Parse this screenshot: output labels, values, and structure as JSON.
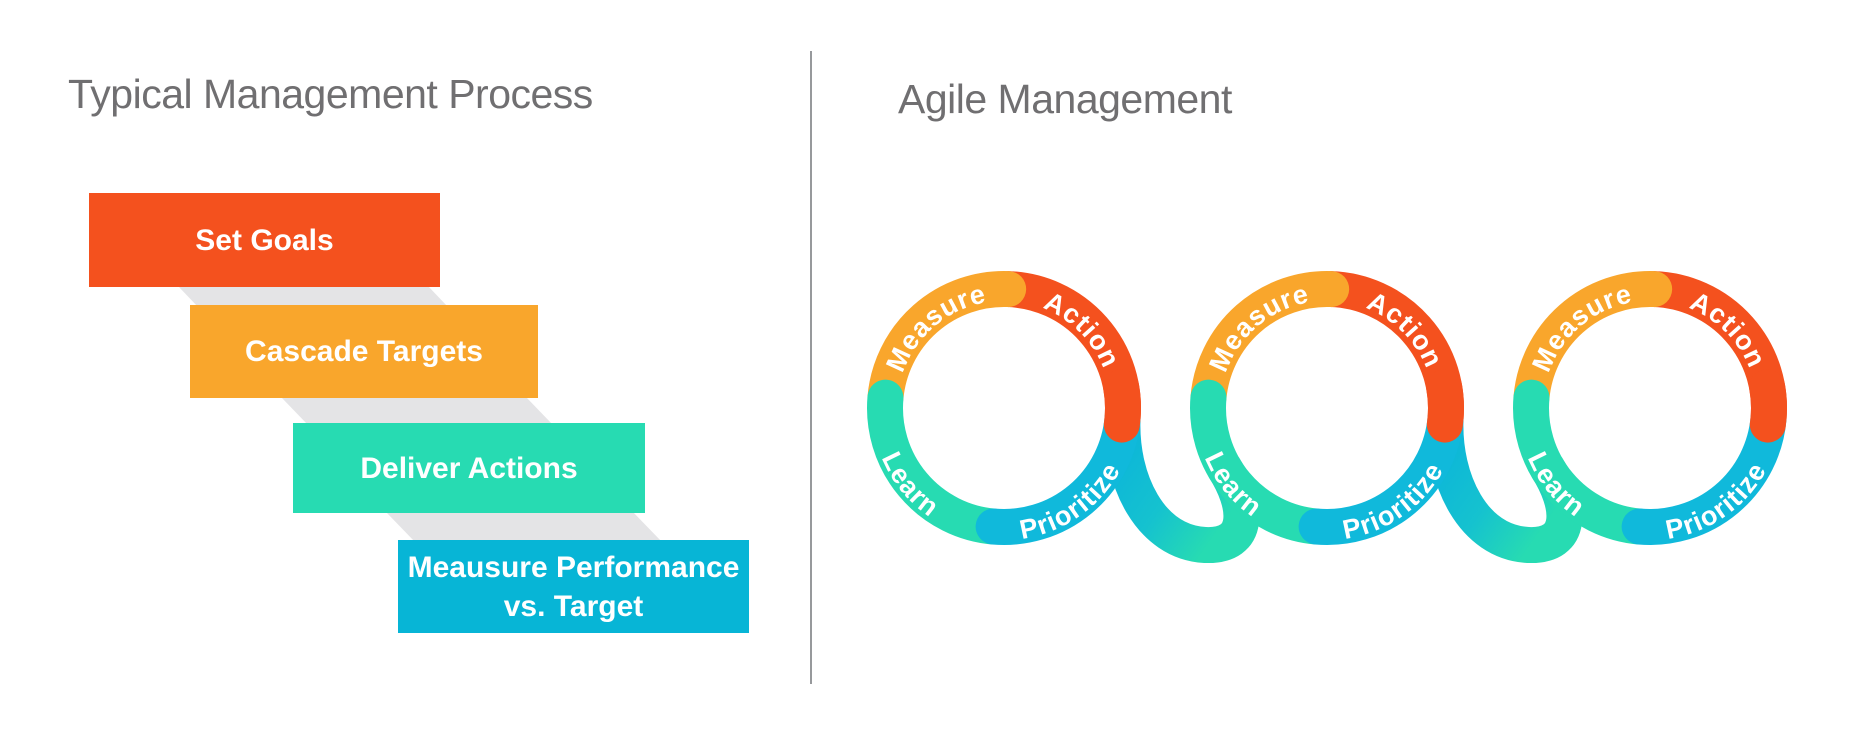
{
  "left_panel": {
    "title": "Typical Management Process",
    "steps": [
      {
        "label": "Set Goals",
        "lines": [
          "Set Goals"
        ],
        "color": "#F4511E"
      },
      {
        "label": "Cascade Targets",
        "lines": [
          "Cascade Targets"
        ],
        "color": "#F9A62C"
      },
      {
        "label": "Deliver Actions",
        "lines": [
          "Deliver Actions"
        ],
        "color": "#27DBB2"
      },
      {
        "label": "Meausure Performance vs. Target",
        "lines": [
          "Meausure Performance",
          "vs. Target"
        ],
        "color": "#07B5D6"
      }
    ]
  },
  "right_panel": {
    "title": "Agile Management",
    "loop_count": 3,
    "segments": [
      {
        "label": "Measure",
        "color": "#F9A62C"
      },
      {
        "label": "Action",
        "color": "#F4511E"
      },
      {
        "label": "Learn",
        "color": "#27DBB2"
      },
      {
        "label": "Prioritize",
        "color": "#10B9DB"
      }
    ]
  },
  "styles": {
    "background": "#FFFFFF",
    "title_color": "#706F71",
    "divider_color": "#97999C",
    "step_shadow_color": "#E4E4E6",
    "label_text_color": "#FFFFFF",
    "connector_gradient": [
      "#0DB7D8",
      "#15C2CF",
      "#27DBB2"
    ]
  }
}
